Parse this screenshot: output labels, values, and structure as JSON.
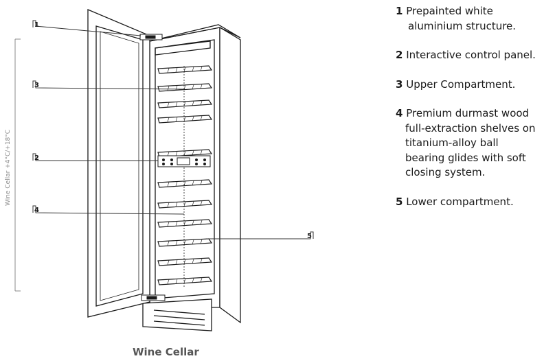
{
  "callouts": [
    "1",
    "3",
    "2",
    "4",
    "5"
  ],
  "side_label": "Wine Cellar +4°C/+18°C",
  "caption": "Wine Cellar",
  "legend": [
    {
      "num": "1",
      "lines": [
        "Prepainted white",
        "aluminium structure."
      ]
    },
    {
      "num": "2",
      "lines": [
        "Interactive control panel."
      ]
    },
    {
      "num": "3",
      "lines": [
        "Upper Compartment."
      ]
    },
    {
      "num": "4",
      "lines": [
        "Premium durmast wood",
        "full-extraction shelves on",
        "titanium-alloy ball",
        "bearing glides with soft",
        "closing system."
      ]
    },
    {
      "num": "5",
      "lines": [
        "Lower compartment."
      ]
    }
  ],
  "colors": {
    "line": "#1a1a1a",
    "callout_line": "#333333",
    "label_gray": "#8a8a8a",
    "caption_gray": "#555555"
  }
}
